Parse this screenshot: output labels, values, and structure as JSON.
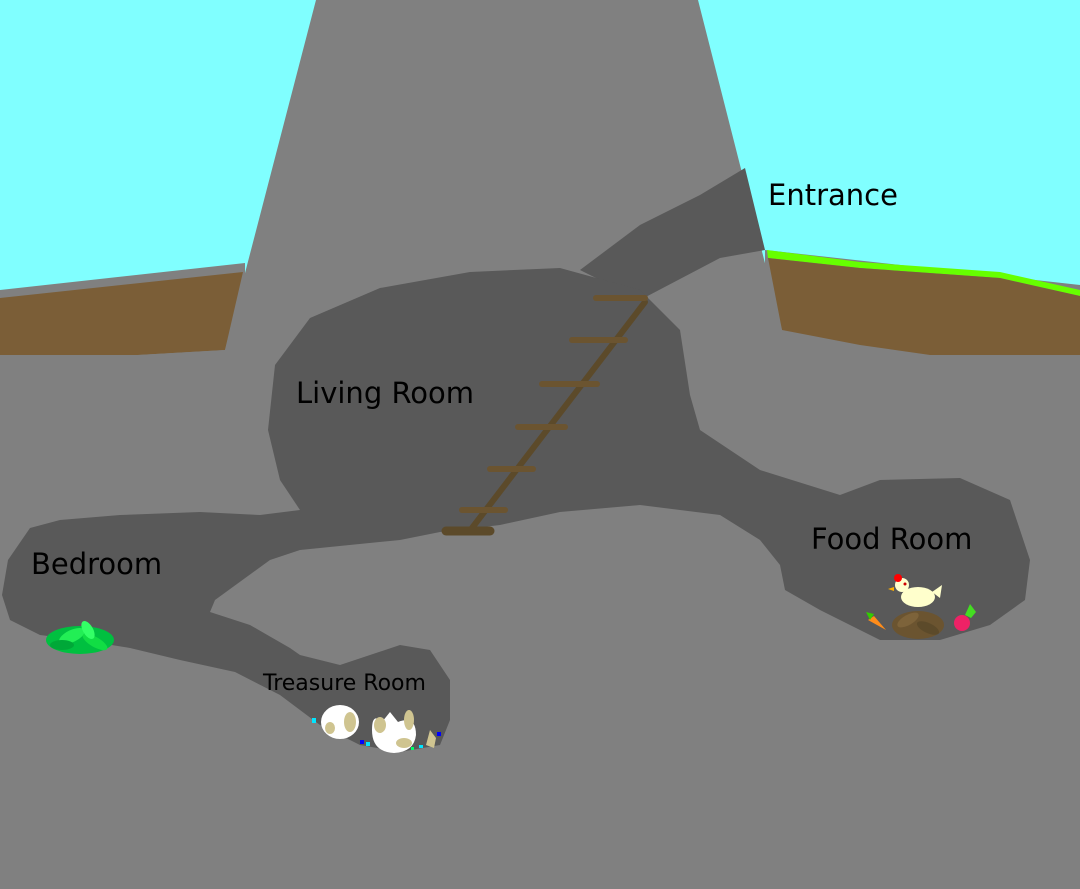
{
  "diagram": {
    "type": "burrow-cross-section",
    "colors": {
      "sky": "#80FFFF",
      "rock": "#808080",
      "tunnel": "#595959",
      "soil": "#7B5E37",
      "grass": "#66FF00",
      "ladder": "#5C4A2A"
    },
    "labels": {
      "entrance": "Entrance",
      "living_room": "Living Room",
      "bedroom": "Bedroom",
      "food_room": "Food Room",
      "treasure_room": "Treasure Room"
    },
    "objects": {
      "ladder": "ladder",
      "bedroom": "green-leaf-bed",
      "food_room": [
        "chicken",
        "carrot",
        "radish",
        "nest"
      ],
      "treasure_room": [
        "eggs",
        "gems"
      ]
    }
  }
}
